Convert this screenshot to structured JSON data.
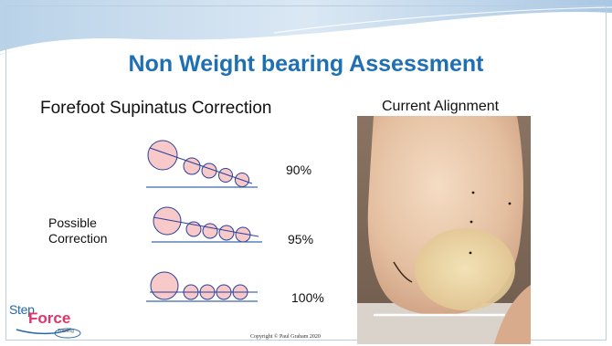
{
  "slide": {
    "title": "Non Weight bearing Assessment",
    "subtitle": "Forefoot Supinatus Correction",
    "photo_caption": "Current Alignment",
    "side_label_line1": "Possible",
    "side_label_line2": "Correction",
    "rows": [
      {
        "percent": "90%"
      },
      {
        "percent": "95%"
      },
      {
        "percent": "100%"
      }
    ],
    "copyright": "Copyright © Paul Graham 2020",
    "logo": {
      "part1": "Step",
      "part2": "Force",
      "part3": "Training"
    }
  },
  "colors": {
    "title": "#1f6fb3",
    "circle_fill": "#f7c9c9",
    "circle_stroke": "#2b3f9b",
    "line": "#3a6ba8",
    "header_blue": "#cfe0ef"
  }
}
